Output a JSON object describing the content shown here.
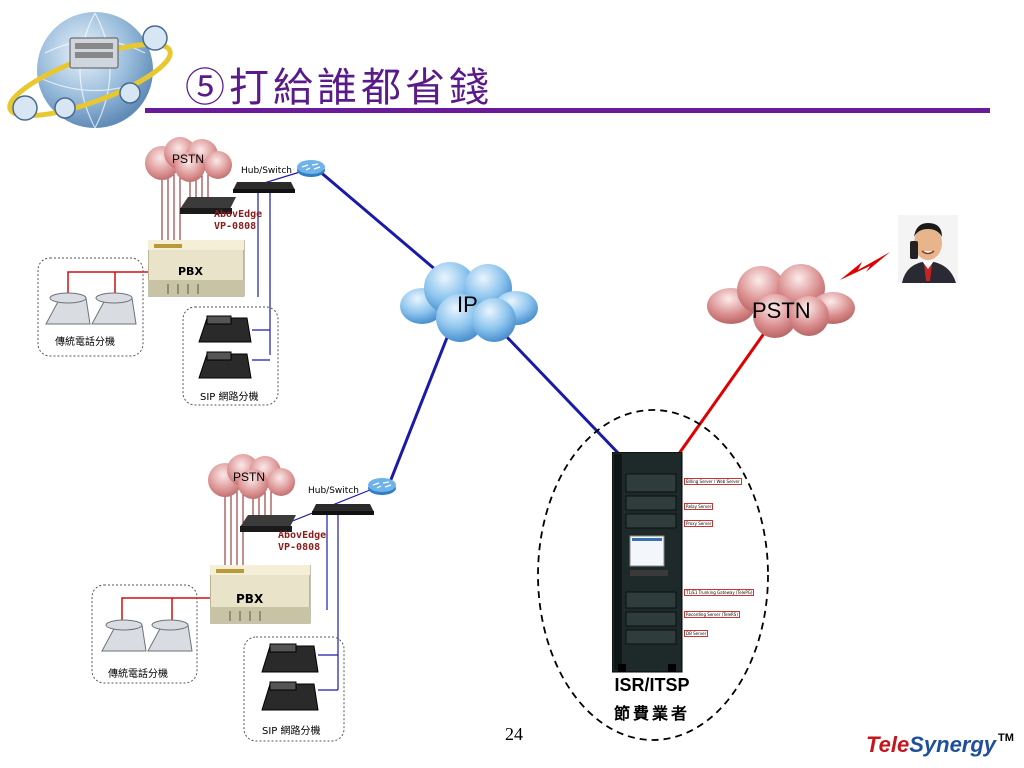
{
  "slide": {
    "title": "⑤打給誰都省錢",
    "page_number": "24",
    "brand": {
      "part1": "Tele",
      "part2": "Synergy",
      "tm": "TM"
    }
  },
  "top_site": {
    "pstn": "PSTN",
    "hub": "Hub/Switch",
    "gateway_line1": "AbovEdge",
    "gateway_line2": "VP-0808",
    "pbx": "PBX",
    "analog_group": "傳統電話分機",
    "sip_group": "SIP 網路分機"
  },
  "bottom_site": {
    "pstn": "PSTN",
    "hub": "Hub/Switch",
    "gateway_line1": "AbovEdge",
    "gateway_line2": "VP-0808",
    "pbx": "PBX",
    "analog_group": "傳統電話分機",
    "sip_group": "SIP 網路分機"
  },
  "core": {
    "ip_cloud": "IP",
    "pstn_cloud": "PSTN",
    "isr_line1": "ISR/ITSP",
    "isr_line2": "節費業者"
  },
  "server_rack": {
    "labels": [
      "Billing Server / Web Server",
      "Relay Server",
      "Proxy Server",
      "T1/E1 Trunking Gateway (TelePG)",
      "Recording Server (TeleRS)",
      "DB Server"
    ]
  },
  "colors": {
    "title": "#5a1a8a",
    "rule": "#6a1b9a",
    "ip_link": "#1a1aa8",
    "pstn_link": "#e00000",
    "cloud_pink": "#d98c8c",
    "cloud_blue": "#6fb3e8"
  }
}
